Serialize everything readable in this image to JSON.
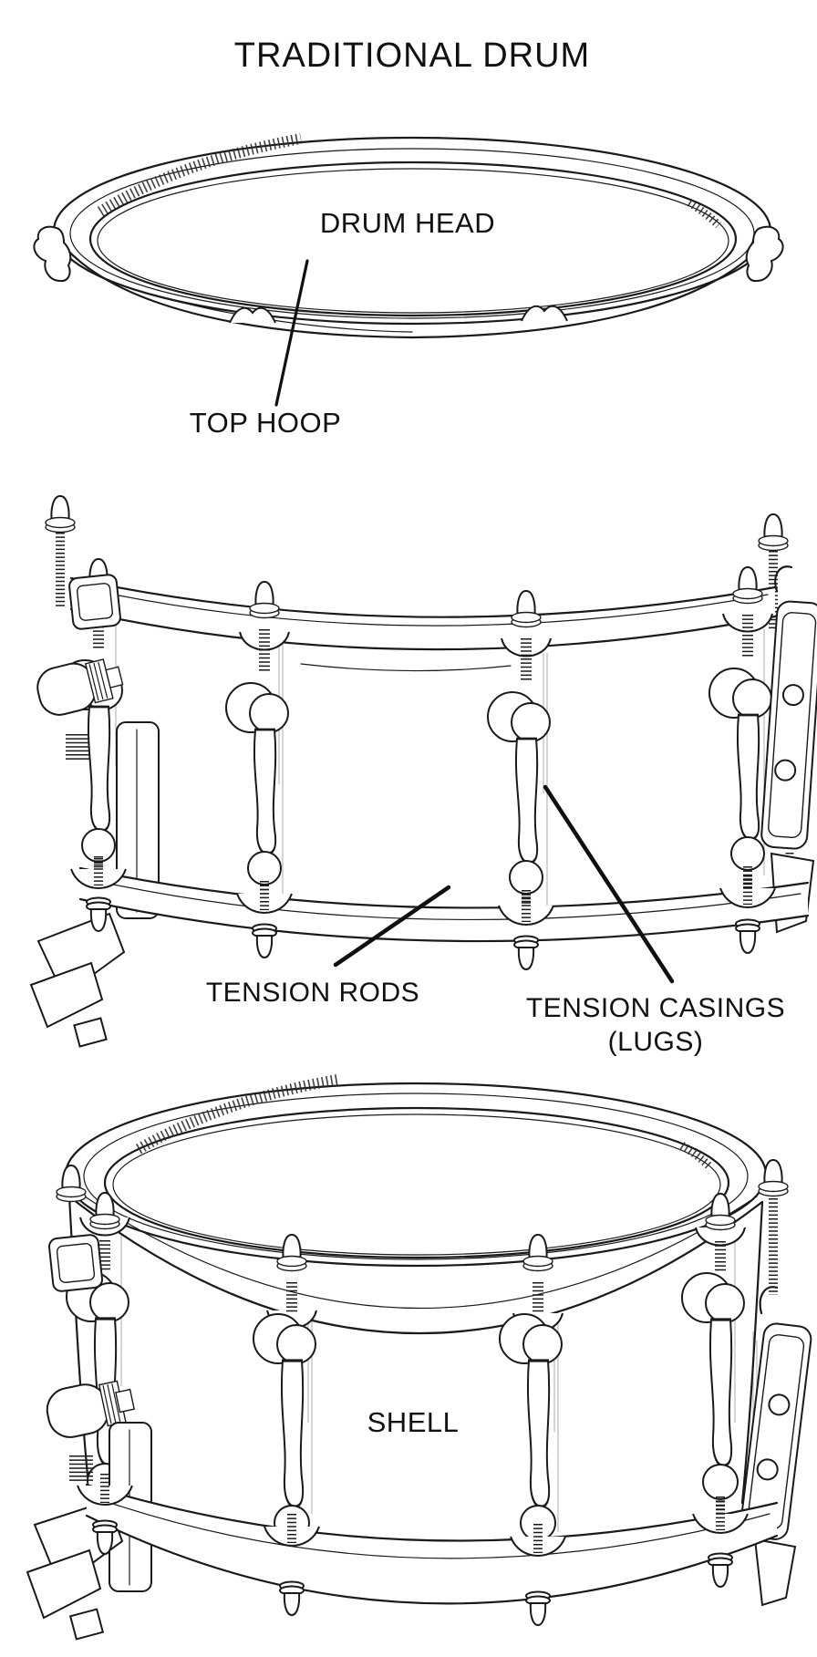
{
  "title": "TRADITIONAL DRUM",
  "figures": {
    "top_hoop_figure": {
      "labels": {
        "drum_head": "DRUM HEAD",
        "top_hoop": "TOP HOOP"
      }
    },
    "tension_figure": {
      "labels": {
        "tension_rods": "TENSION RODS",
        "tension_casings_line1": "TENSION CASINGS",
        "tension_casings_line2": "(LUGS)"
      }
    },
    "shell_figure": {
      "labels": {
        "shell": "SHELL"
      }
    }
  },
  "colors": {
    "background": "#ffffff",
    "line": "#1a1a1a",
    "text": "#111111"
  }
}
